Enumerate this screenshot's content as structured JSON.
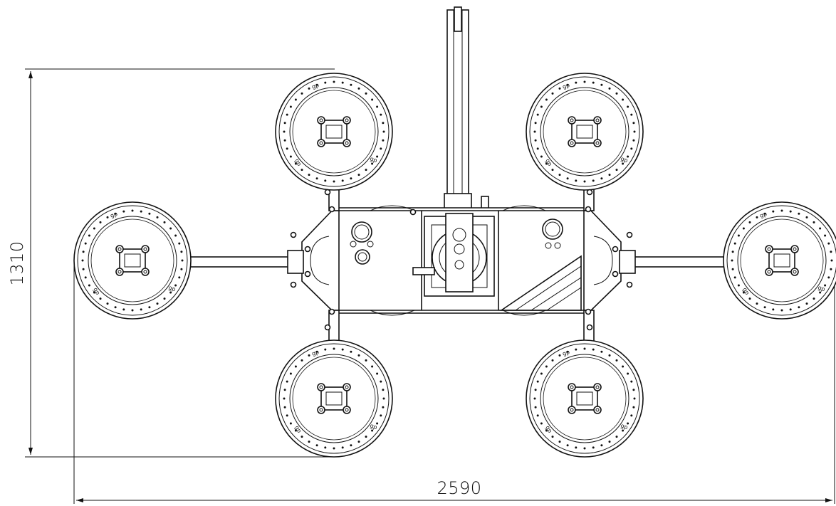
{
  "dimensions": {
    "height_label": "1310",
    "width_label": "2590"
  },
  "pad_labels": {
    "marking": "gp"
  },
  "colors": {
    "line": "#111111",
    "background": "#ffffff"
  }
}
